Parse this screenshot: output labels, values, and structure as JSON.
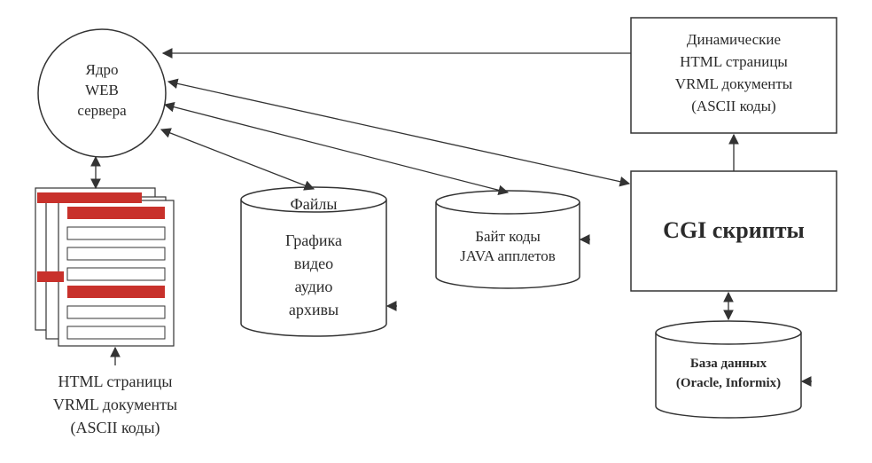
{
  "server": {
    "lines": [
      "Ядро",
      "WEB",
      "сервера"
    ]
  },
  "dynamic_box": {
    "lines": [
      "Динамические",
      "HTML страницы",
      "VRML документы",
      "(ASCII коды)"
    ]
  },
  "cgi_box": {
    "label": "CGI скрипты"
  },
  "files_cylinder": {
    "title": "Файлы",
    "lines": [
      "Графика",
      "видео",
      "аудио",
      "архивы"
    ]
  },
  "bytecode_cylinder": {
    "lines": [
      "Байт коды",
      "JAVA апплетов"
    ]
  },
  "database_cylinder": {
    "lines": [
      "База данных",
      "(Oracle, Informix)"
    ]
  },
  "html_docs_caption": {
    "lines": [
      "HTML страницы",
      "VRML документы",
      "(ASCII коды)"
    ]
  },
  "colors": {
    "accent_red": "#c8312b",
    "stroke": "#333333"
  }
}
